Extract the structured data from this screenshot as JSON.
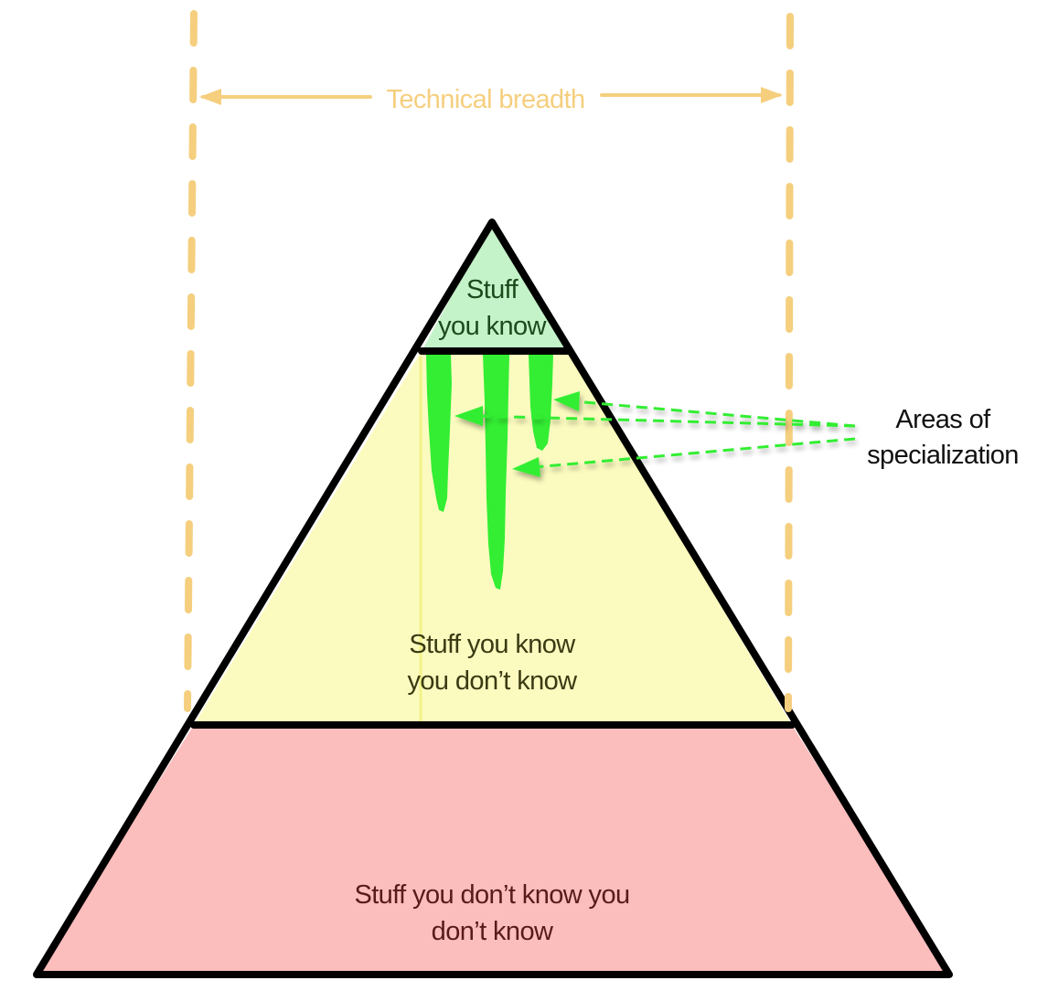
{
  "diagram": {
    "type": "knowledge-pyramid",
    "breadth": {
      "label": "Technical breadth"
    },
    "layers": [
      {
        "name": "known",
        "lines": [
          "Stuff",
          "you know"
        ],
        "color": "#c5f3c9"
      },
      {
        "name": "known-unknowns",
        "lines": [
          "Stuff you know",
          "you don’t know"
        ],
        "color": "#fbfbbf"
      },
      {
        "name": "unknown-unknowns",
        "lines": [
          "Stuff you don’t know you",
          "don’t know"
        ],
        "color": "#fcbdbd"
      }
    ],
    "specialization": {
      "lines": [
        "Areas of",
        "specialization"
      ],
      "color": "#33ee33"
    },
    "colors": {
      "outline": "#000000",
      "breadth_guides": "#f5cf7e",
      "arrows": "#33ee33"
    }
  }
}
